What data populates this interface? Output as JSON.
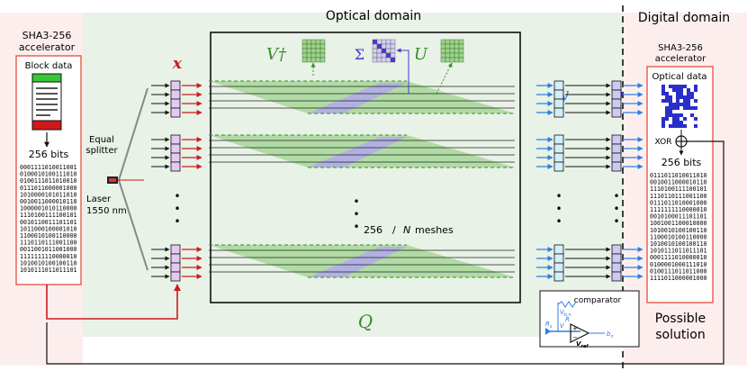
{
  "colors": {
    "optical_bg": "#e8f2e6",
    "digital_bg": "#fdeeee",
    "mesh_green": "#9fd38e",
    "mesh_purple": "#b2a9ec",
    "accent_red": "#cc1b1b",
    "accent_blue": "#2f7de0",
    "box_pink": "#e6c9f2",
    "box_cyan": "#d3eef7",
    "box_purple": "#cfc9f2",
    "green_label": "#3a8a2a",
    "purple_label": "#4b36d6"
  },
  "labels": {
    "optical_domain": "Optical domain",
    "digital_domain": "Digital domain",
    "accel_left_1": "SHA3-256",
    "accel_left_2": "accelerator",
    "block_data": "Block data",
    "bits_left": "256 bits",
    "equal_1": "Equal",
    "equal_2": "splitter",
    "laser_1": "Laser",
    "laser_2": "1550 nm",
    "var_x": "x",
    "var_y": "y",
    "var_b": "b",
    "var_Q": "Q",
    "mat_vdag": "V†",
    "mat_sigma": "Σ",
    "mat_u": "U",
    "meshes_count": "256",
    "meshes_slash": "/",
    "meshes_n": "N",
    "meshes_word": "meshes",
    "accel_right_1": "SHA3-256",
    "accel_right_2": "accelerator",
    "optical_data": "Optical data",
    "xor": "XOR",
    "bits_right": "256 bits",
    "comparator": "comparator",
    "comp_vbias": "V",
    "comp_vbias_sub": "b,n",
    "comp_R": "R",
    "comp_Rs": "R",
    "comp_Rs_sub": "s",
    "comp_V": "V",
    "comp_Vref": "V",
    "comp_Vref_sub": "ref",
    "comp_b": "b",
    "comp_b_sub": "n",
    "comp_plus": "+",
    "comp_minus": "−",
    "possible_1": "Possible",
    "possible_2": "solution",
    "dots": "•"
  },
  "bits_left": [
    "0001111010011001",
    "0100010100111010",
    "0100111011010010",
    "0111011000001000",
    "1010000101011010",
    "0010011000010110",
    "1000001010110000",
    "1110100111100101",
    "0010110011101101",
    "1011000100001010",
    "1100010100110000",
    "1110110111001100",
    "0011001011001000",
    "1111111110000010",
    "1010010100100110",
    "1010111011011101"
  ],
  "bits_right": [
    "0111011010011010",
    "0010011000010110",
    "1110100111100101",
    "1110110111001100",
    "0111011010001000",
    "1111111110000010",
    "0010100011101101",
    "1001001100010000",
    "1010010100100110",
    "1100010100110000",
    "1010010100100110",
    "1010111011011101",
    "0001111010000010",
    "0100001000111010",
    "0100111011011000",
    "1111011000001000"
  ]
}
